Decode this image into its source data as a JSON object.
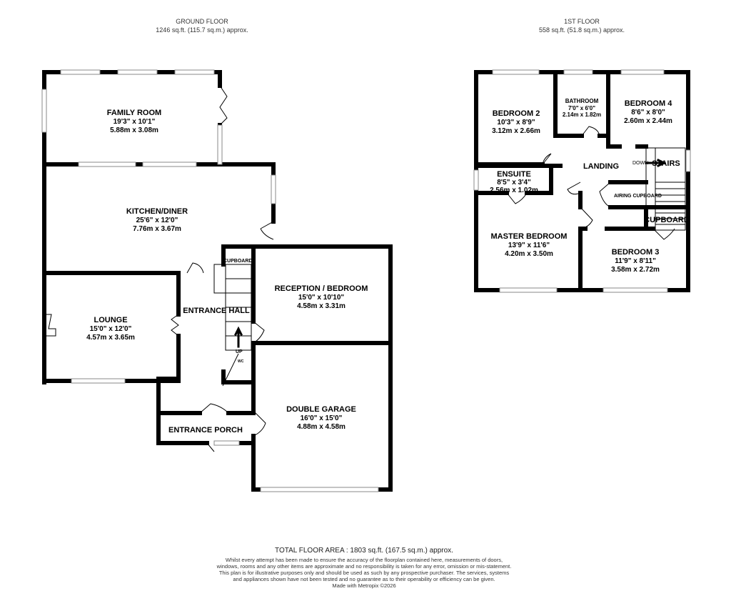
{
  "ground_floor": {
    "title": "GROUND FLOOR",
    "area": "1246 sq.ft. (115.7 sq.m.) approx.",
    "rooms": [
      {
        "name": "FAMILY ROOM",
        "imperial": "19'3\" x 10'1\"",
        "metric": "5.88m  x 3.08m"
      },
      {
        "name": "KITCHEN/DINER",
        "imperial": "25'6\" x 12'0\"",
        "metric": "7.76m  x 3.67m"
      },
      {
        "name": "LOUNGE",
        "imperial": "15'0\" x 12'0\"",
        "metric": "4.57m  x 3.65m"
      },
      {
        "name": "RECEPTION / BEDROOM",
        "imperial": "15'0\" x 10'10\"",
        "metric": "4.58m  x 3.31m"
      },
      {
        "name": "DOUBLE GARAGE",
        "imperial": "16'0\" x 15'0\"",
        "metric": "4.88m  x 4.58m"
      }
    ],
    "labels": {
      "entrance_hall": "ENTRANCE HALL",
      "entrance_porch": "ENTRANCE PORCH",
      "cupboard": "CUPBOARD",
      "up": "UP",
      "wc": "WC"
    }
  },
  "first_floor": {
    "title": "1ST FLOOR",
    "area": "558 sq.ft. (51.8 sq.m.) approx.",
    "rooms": [
      {
        "name": "BEDROOM 2",
        "imperial": "10'3\" x 8'9\"",
        "metric": "3.12m  x 2.66m"
      },
      {
        "name": "BATHROOM",
        "imperial": "7'0\" x 6'0\"",
        "metric": "2.14m  x 1.82m"
      },
      {
        "name": "BEDROOM 4",
        "imperial": "8'6\" x 8'0\"",
        "metric": "2.60m  x 2.44m"
      },
      {
        "name": "ENSUITE",
        "imperial": "8'5\" x 3'4\"",
        "metric": "2.56m  x 1.02m"
      },
      {
        "name": "MASTER BEDROOM",
        "imperial": "13'9\" x 11'6\"",
        "metric": "4.20m  x 3.50m"
      },
      {
        "name": "BEDROOM 3",
        "imperial": "11'9\" x 8'11\"",
        "metric": "3.58m  x 2.72m"
      }
    ],
    "labels": {
      "landing": "LANDING",
      "stairs": "STAIRS",
      "down": "DOWN",
      "airing_cupboard": "AIRING CUPBOARD",
      "cupboard": "CUPBOARD"
    }
  },
  "footer": {
    "total": "TOTAL FLOOR AREA : 1803 sq.ft. (167.5 sq.m.) approx.",
    "disclaimer": "Whilst every attempt has been made to ensure the accuracy of the floorplan contained here, measurements of doors, windows, rooms and any other items are approximate and no responsibility is taken for any error, omission or mis-statement. This plan is for illustrative purposes only and should be used as such by any prospective purchaser. The services, systems and appliances shown have not been tested and no guarantee as to their operability or efficiency can be given.",
    "credit": "Made with Metropix ©2026"
  }
}
